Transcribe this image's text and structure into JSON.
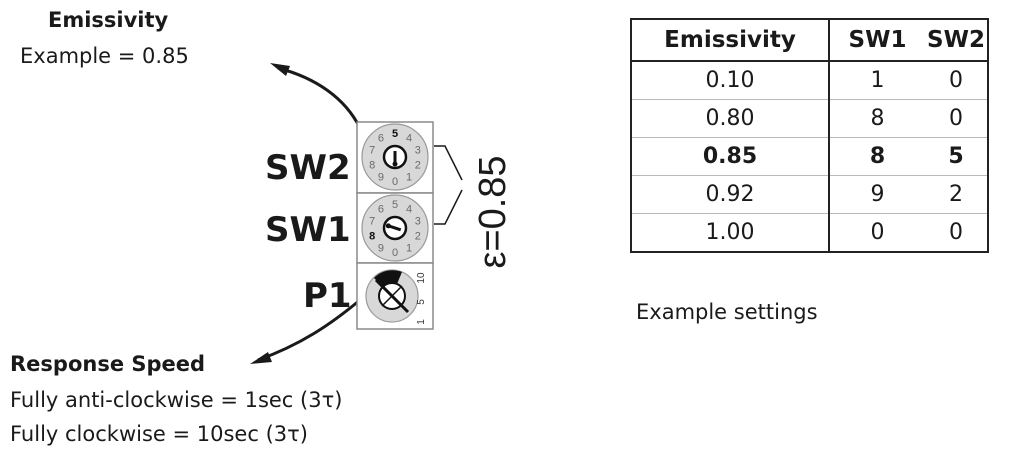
{
  "emissivity_block": {
    "title": "Emissivity",
    "example": "Example = 0.85"
  },
  "switches": {
    "sw2_label": "SW2",
    "sw1_label": "SW1",
    "p1_label": "P1",
    "sw2_setting": 5,
    "sw1_setting": 8,
    "dial_digits": [
      "0",
      "1",
      "2",
      "3",
      "4",
      "5",
      "6",
      "7",
      "8",
      "9"
    ],
    "p1_scale": [
      "1",
      "5",
      "10"
    ],
    "epsilon_reading": "ε=0.85"
  },
  "response_block": {
    "title": "Response Speed",
    "anticlockwise": "Fully anti-clockwise = 1sec (3τ)",
    "clockwise": "Fully clockwise = 10sec (3τ)"
  },
  "table": {
    "headers": [
      "Emissivity",
      "SW1",
      "SW2"
    ],
    "rows": [
      {
        "emissivity": "0.10",
        "sw1": "1",
        "sw2": "0",
        "bold": false
      },
      {
        "emissivity": "0.80",
        "sw1": "8",
        "sw2": "0",
        "bold": false
      },
      {
        "emissivity": "0.85",
        "sw1": "8",
        "sw2": "5",
        "bold": true
      },
      {
        "emissivity": "0.92",
        "sw1": "9",
        "sw2": "2",
        "bold": false
      },
      {
        "emissivity": "1.00",
        "sw1": "0",
        "sw2": "0",
        "bold": false
      }
    ],
    "caption": "Example settings"
  },
  "colors": {
    "ink": "#1a1a1a",
    "dial_face": "#d8d8d8",
    "dial_text": "#6a6a6a"
  }
}
